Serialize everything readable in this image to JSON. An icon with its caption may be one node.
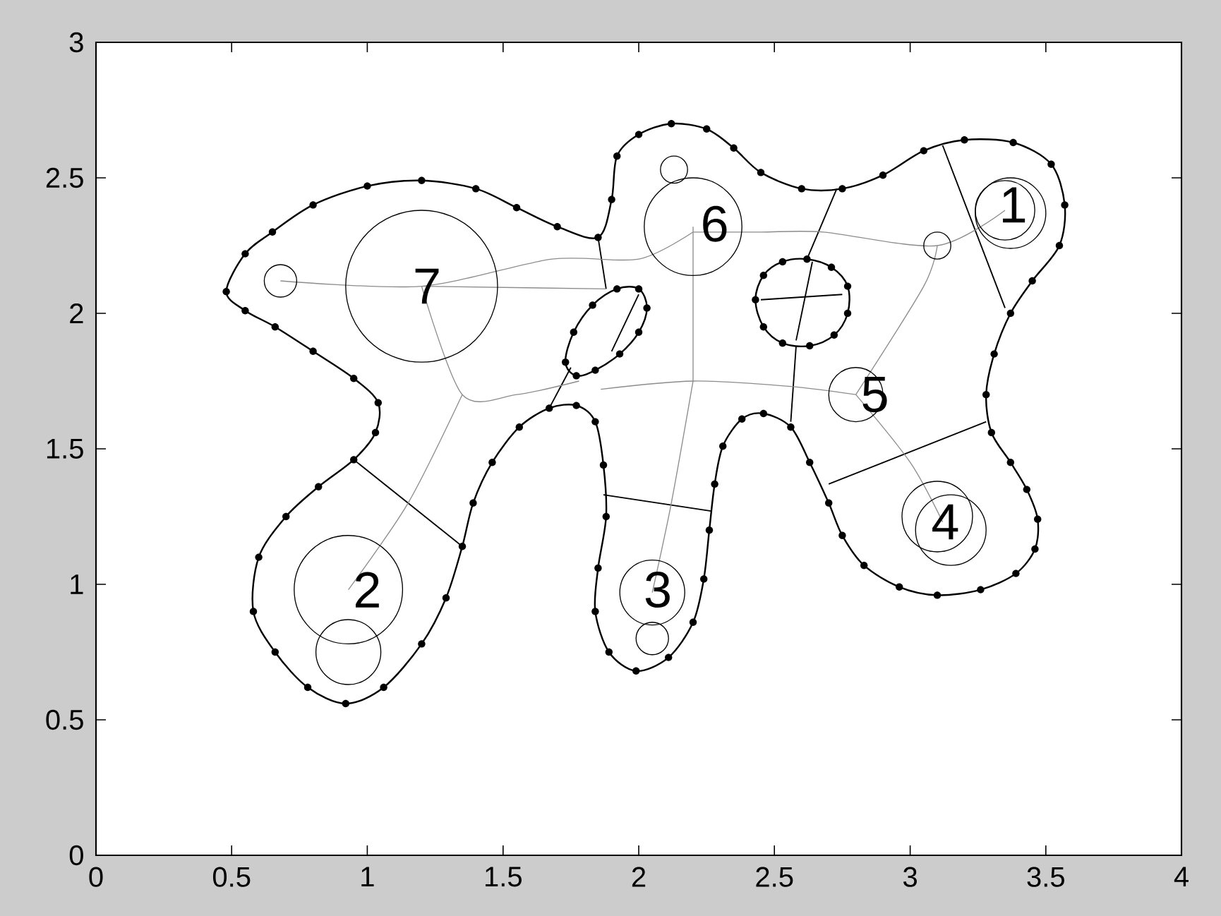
{
  "diagram": {
    "labels": [
      "1",
      "6",
      "7",
      "5",
      "4",
      "2",
      "3",
      "3",
      "2.5",
      "2",
      "1.5",
      "1",
      "0.5",
      "0",
      "0",
      "0.5",
      "1",
      "1.5",
      "2",
      "2.5",
      "3",
      "3.5",
      "4"
    ]
  }
}
